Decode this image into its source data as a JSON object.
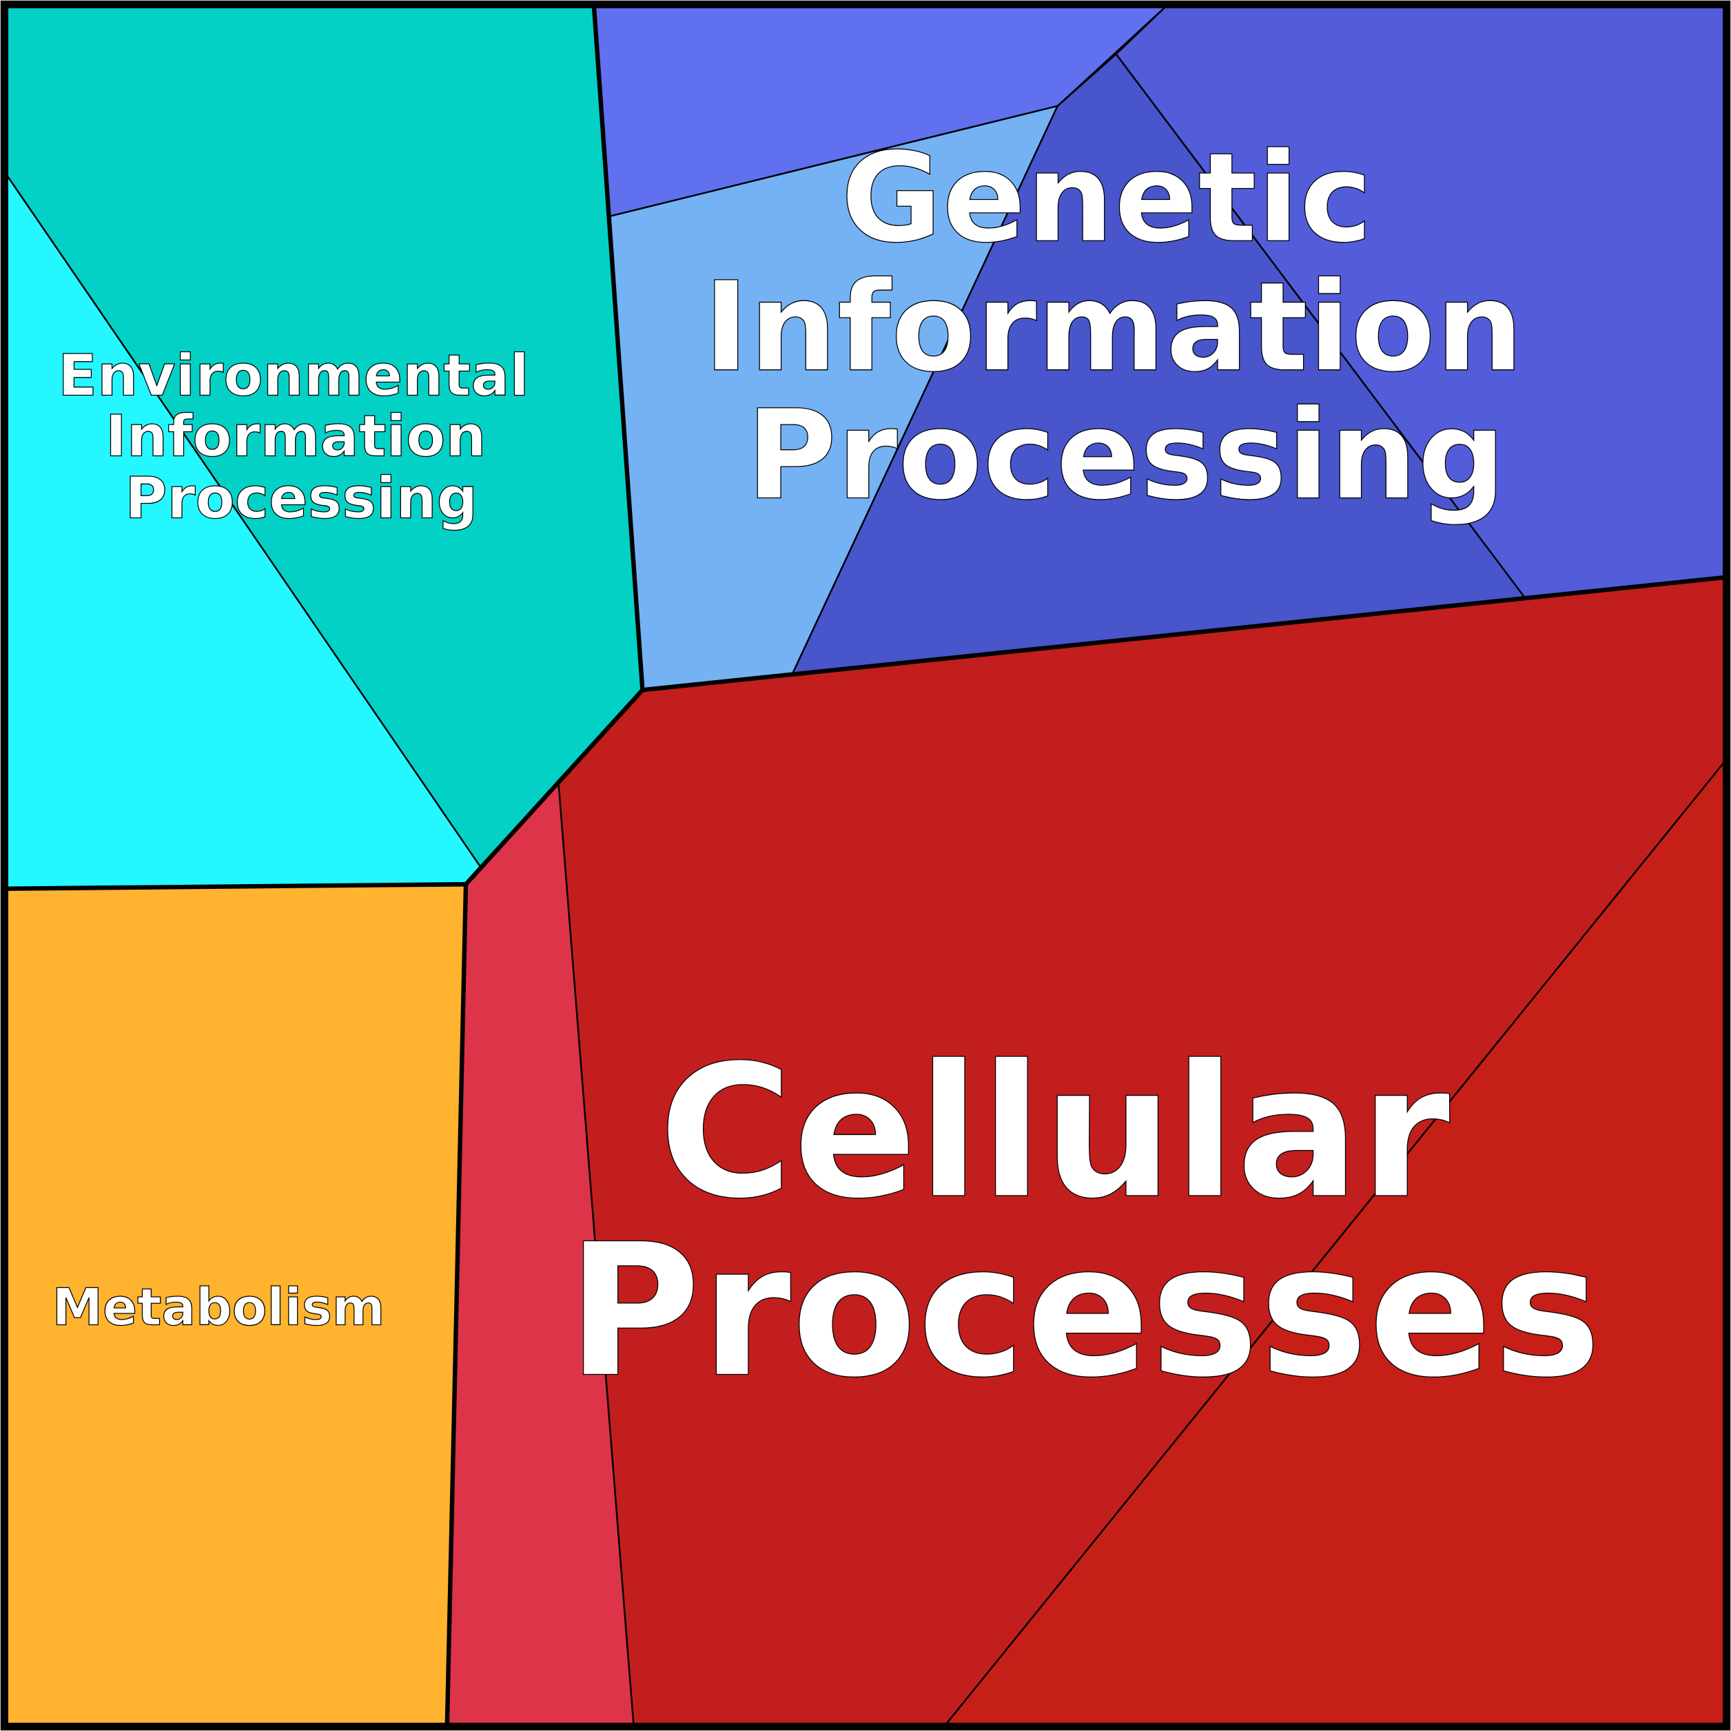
{
  "diagram": {
    "type": "voronoi-treemap",
    "categories": [
      {
        "name": "Genetic Information Processing",
        "lines": [
          "Genetic",
          "Information",
          "Processing"
        ],
        "subcell_colors": [
          "#6070EE",
          "#74B2F4",
          "#4855CB",
          "#535CD9"
        ]
      },
      {
        "name": "Cellular Processes",
        "lines": [
          "Cellular",
          "Processes"
        ],
        "subcell_colors": [
          "#DD3449",
          "#C21E1E",
          "#C51F18"
        ]
      },
      {
        "name": "Environmental Information Processing",
        "lines": [
          "Environmental",
          "Information",
          "Processing"
        ],
        "subcell_colors": [
          "#03D1C5",
          "#24F7FF"
        ]
      },
      {
        "name": "Metabolism",
        "lines": [
          "Metabolism"
        ],
        "subcell_colors": [
          "#FFB32F"
        ]
      }
    ]
  }
}
